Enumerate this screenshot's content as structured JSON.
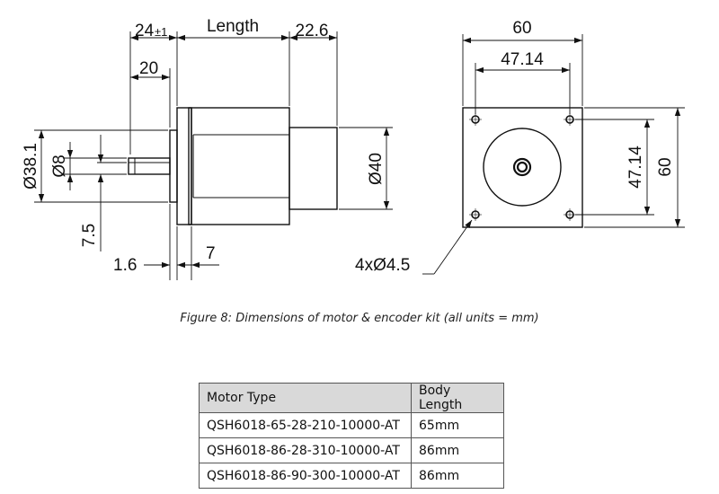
{
  "drawing": {
    "dimensions": {
      "dim_24": "24",
      "dim_24_tol": "±1",
      "dim_length": "Length",
      "dim_22_6": "22.6",
      "dim_20": "20",
      "dim_38_1": "Ø38.1",
      "dim_8": "Ø8",
      "dim_40": "Ø40",
      "dim_7_5": "7.5",
      "dim_1_6": "1.6",
      "dim_7": "7",
      "dim_60_top": "60",
      "dim_47_14_top": "47.14",
      "dim_47_14_right": "47.14",
      "dim_60_right": "60",
      "dim_holes": "4xØ4.5"
    }
  },
  "caption": "Figure 8: Dimensions of motor & encoder kit (all units = mm)",
  "table": {
    "headers": [
      "Motor Type",
      "Body Length"
    ],
    "rows": [
      [
        "QSH6018-65-28-210-10000-AT",
        "65mm"
      ],
      [
        "QSH6018-86-28-310-10000-AT",
        "86mm"
      ],
      [
        "QSH6018-86-90-300-10000-AT",
        "86mm"
      ]
    ]
  }
}
